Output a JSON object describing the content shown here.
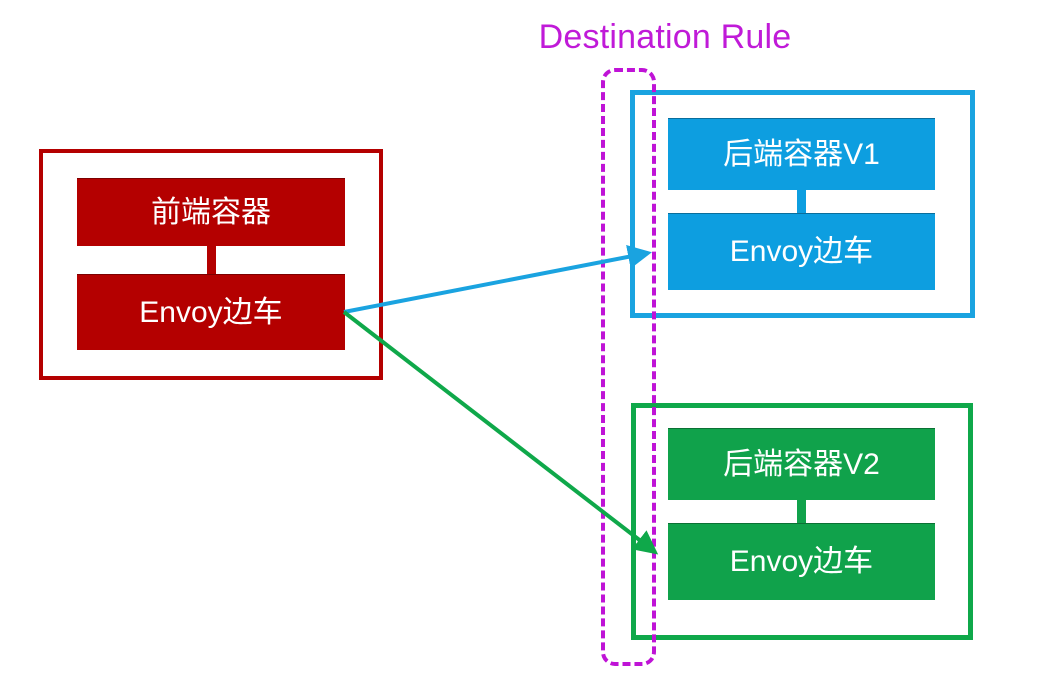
{
  "diagram": {
    "title": "Destination Rule",
    "title_color": "#c01ad8",
    "colors": {
      "red": "#b40000",
      "blue": "#0d9ee0",
      "blue_border": "#1aa3e0",
      "green": "#10a24b",
      "green_border": "#0fa84a",
      "purple": "#bf13d6",
      "background": "#ffffff",
      "node_text": "#ffffff"
    },
    "client_group": {
      "name": "frontend-pod",
      "accent": "#b40000",
      "nodes": [
        {
          "label": "前端容器",
          "role": "application-container"
        },
        {
          "label": "Envoy边车",
          "role": "sidecar-proxy"
        }
      ]
    },
    "target_groups": [
      {
        "name": "backend-pod-v1",
        "accent": "#0d9ee0",
        "nodes": [
          {
            "label": "后端容器V1",
            "role": "application-container"
          },
          {
            "label": "Envoy边车",
            "role": "sidecar-proxy"
          }
        ]
      },
      {
        "name": "backend-pod-v2",
        "accent": "#10a24b",
        "nodes": [
          {
            "label": "后端容器V2",
            "role": "application-container"
          },
          {
            "label": "Envoy边车",
            "role": "sidecar-proxy"
          }
        ]
      }
    ],
    "arrows": [
      {
        "name": "route-to-v1",
        "color": "#1aa3e0",
        "from": "frontend-envoy",
        "to": "backend-v1-envoy"
      },
      {
        "name": "route-to-v2",
        "color": "#0fa84a",
        "from": "frontend-envoy",
        "to": "backend-v2-envoy"
      }
    ],
    "selector": {
      "name": "destination-rule-boundary",
      "style": "dashed",
      "color": "#bf13d6"
    }
  }
}
